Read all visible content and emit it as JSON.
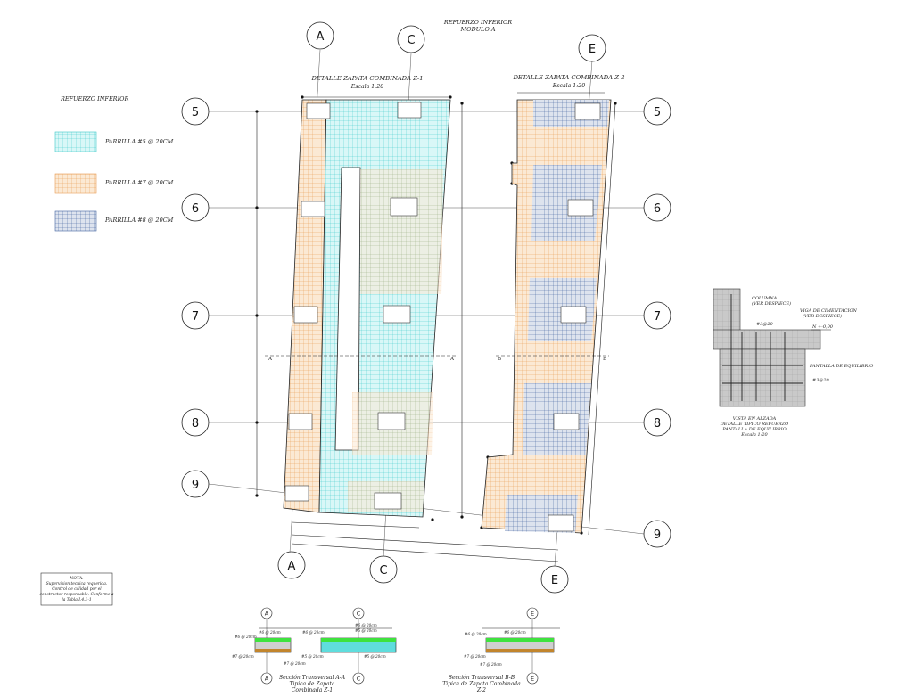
{
  "header": {
    "line1": "REFUERZO INFERIOR",
    "line2": "MODULO A"
  },
  "legend": {
    "title": "REFUERZO INFERIOR",
    "items": [
      {
        "label": "PARRILLA #5 @ 20CM",
        "color": "#6fe3e3"
      },
      {
        "label": "PARRILLA #7 @ 20CM",
        "color": "#f0a860"
      },
      {
        "label": "PARRILLA #8 @ 20CM",
        "color": "#4a6fb0"
      }
    ]
  },
  "details": {
    "z1_title": "DETALLE ZAPATA COMBINADA Z-1",
    "z1_scale": "Escala 1:20",
    "z2_title": "DETALLE ZAPATA COMBINADA Z-2",
    "z2_scale": "Escala 1:20"
  },
  "axes": {
    "col_a": "A",
    "col_c": "C",
    "col_e": "E",
    "row_5": "5",
    "row_6": "6",
    "row_7": "7",
    "row_8": "8",
    "row_9": "9"
  },
  "elevation": {
    "columna": "COLUMNA",
    "columna_sub": "(VER DESPIECE)",
    "viga": "VIGA DE CIMENTACION",
    "viga_sub": "(VER DESPIECE)",
    "bar1": "#3@20",
    "level": "N +-0,00",
    "pantalla": "PANTALLA DE EQUILIBRIO",
    "bar2": "#3@20",
    "caption1": "VISTA EN ALZADA",
    "caption2": "DETALLE TIPICO REFUERZO",
    "caption3": "PANTALLA DE EQUILIBRIO",
    "caption4": "Escala 1:20"
  },
  "note": {
    "title": "NOTA:",
    "l1": "Supervision tecnica requerida.",
    "l2": "Control de calidad por el",
    "l3": "constructor responsable. Conforme a",
    "l4": "la Tabla I.4.3-1"
  },
  "section_aa": {
    "title1": "Sección Transversal A-A",
    "title2": "Tipica de Zapata",
    "title3": "Combinada Z-1",
    "bar_top_left": "#6 @ 20cm",
    "bar_top_mid": "#6 @ 20cm",
    "bar_top_right1": "#6 @ 20cm",
    "bar_top_right2": "#5 @ 20cm",
    "bar_side": "#6 @ 20cm",
    "bar_bot_left": "#7 @ 20cm",
    "bar_bot_mid": "#7 @ 20cm",
    "bar_bot_right1": "#5 @ 20cm",
    "bar_bot_right2": "#5 @ 20cm"
  },
  "section_bb": {
    "title1": "Sección Transversal B-B",
    "title2": "Tipica de Zapata Combinada",
    "title3": "Z-2",
    "bar_top": "#6 @ 20cm",
    "bar_side": "#6 @ 20cm",
    "bar_bot1": "#7 @ 20cm",
    "bar_bot2": "#7 @ 20cm"
  },
  "section_marks": {
    "a": "A",
    "b": "B"
  }
}
